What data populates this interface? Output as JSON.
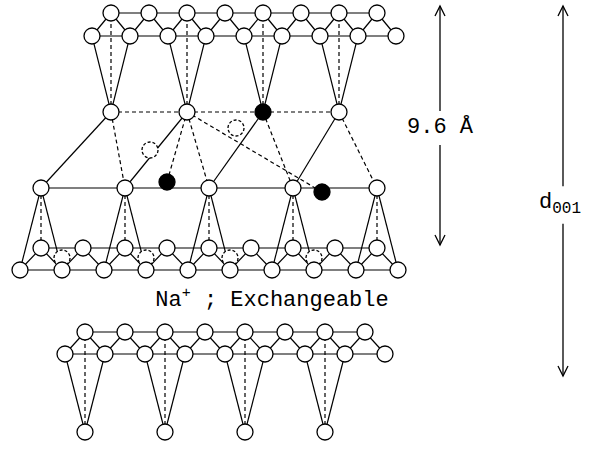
{
  "diagram": {
    "labels": [
      "9.6 Å",
      "d001",
      "Na+ ; Exchangeable"
    ]
  }
}
